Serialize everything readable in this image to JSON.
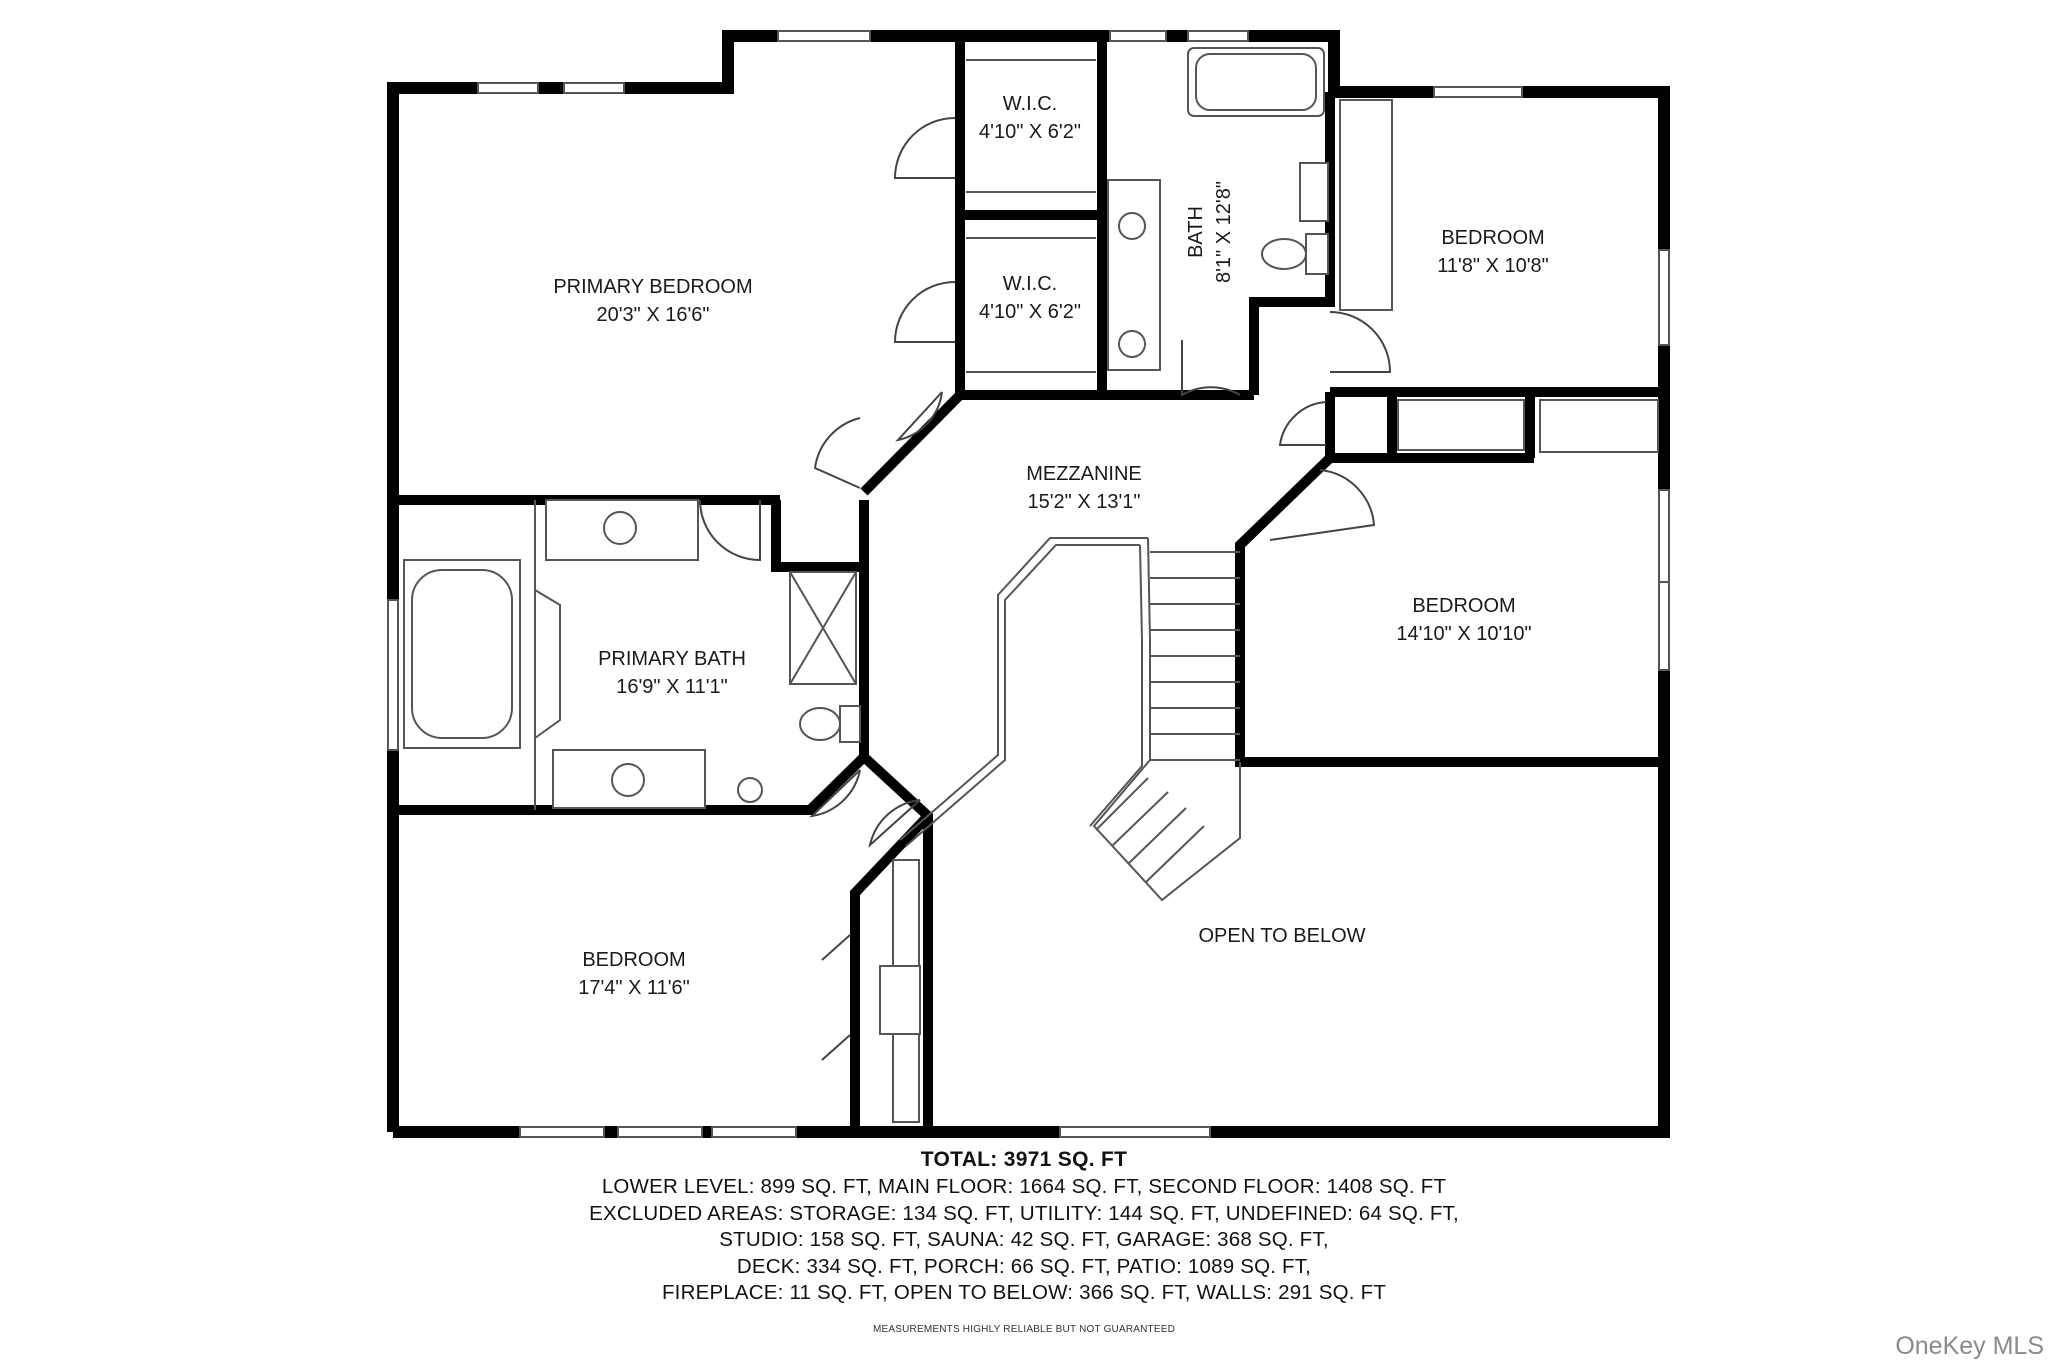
{
  "rooms": {
    "primary_bedroom": {
      "name": "PRIMARY BEDROOM",
      "dims": "20'3\" X 16'6\""
    },
    "wic_1": {
      "name": "W.I.C.",
      "dims": "4'10\" X 6'2\""
    },
    "wic_2": {
      "name": "W.I.C.",
      "dims": "4'10\" X 6'2\""
    },
    "bath": {
      "name": "BATH",
      "dims": "8'1\" X 12'8\""
    },
    "bedroom_ne": {
      "name": "BEDROOM",
      "dims": "11'8\" X 10'8\""
    },
    "mezzanine": {
      "name": "MEZZANINE",
      "dims": "15'2\" X 13'1\""
    },
    "bedroom_e": {
      "name": "BEDROOM",
      "dims": "14'10\" X 10'10\""
    },
    "primary_bath": {
      "name": "PRIMARY BATH",
      "dims": "16'9\" X 11'1\""
    },
    "bedroom_sw": {
      "name": "BEDROOM",
      "dims": "17'4\" X 11'6\""
    },
    "open_to_below": {
      "name": "OPEN TO BELOW"
    }
  },
  "summary": {
    "total": "TOTAL: 3971 SQ. FT",
    "lines": [
      "LOWER LEVEL: 899 SQ. FT, MAIN FLOOR: 1664 SQ. FT, SECOND FLOOR: 1408 SQ. FT",
      "EXCLUDED AREAS: STORAGE: 134 SQ. FT, UTILITY: 144 SQ. FT, UNDEFINED: 64 SQ. FT,",
      "STUDIO: 158 SQ. FT, SAUNA: 42 SQ. FT, GARAGE: 368 SQ. FT,",
      "DECK: 334 SQ. FT, PORCH: 66 SQ. FT, PATIO: 1089 SQ. FT,",
      "FIREPLACE: 11 SQ. FT, OPEN TO BELOW: 366 SQ. FT, WALLS: 291 SQ. FT"
    ],
    "disclaimer": "MEASUREMENTS HIGHLY RELIABLE BUT NOT GUARANTEED"
  },
  "watermark": "OneKey MLS",
  "colors": {
    "wall": "#000000",
    "fixture": "#555555",
    "background": "#ffffff",
    "watermark": "#8a8a8a"
  }
}
